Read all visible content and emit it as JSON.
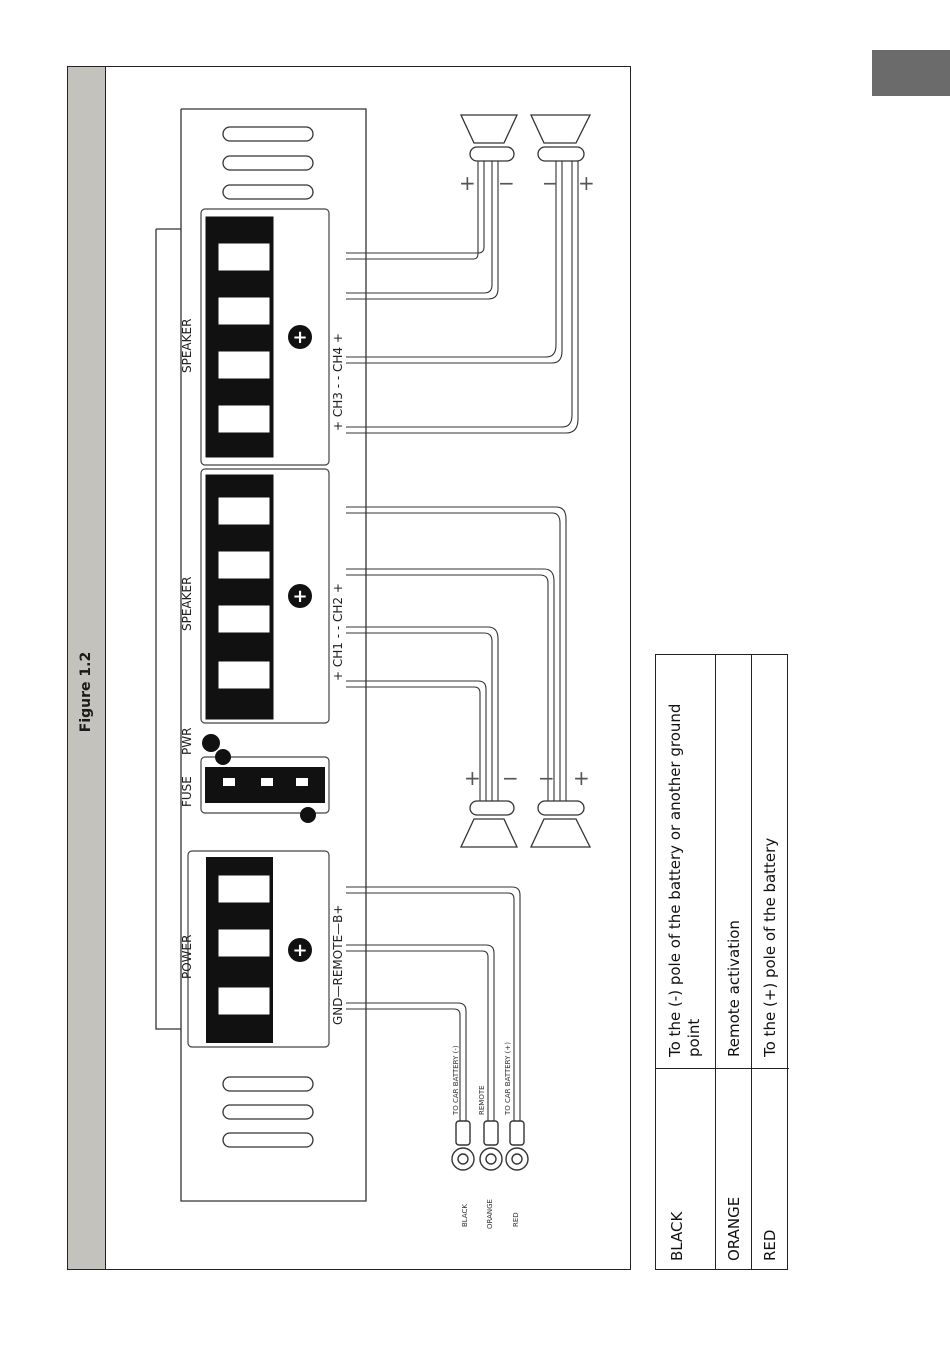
{
  "figure": {
    "title": "Figure 1.2"
  },
  "diagram": {
    "blocks": {
      "power": "POWER",
      "fuse": "FUSE",
      "pwr": "PWR",
      "speaker_1": "SPEAKER",
      "speaker_2": "SPEAKER"
    },
    "terminal_labels": {
      "power": "GND—REMOTE—B+",
      "ch1_ch2": "+ CH1 -   - CH2 +",
      "ch3_ch4": "+ CH3 -   - CH4 +"
    },
    "cable_labels": {
      "black": "BLACK",
      "orange": "ORANGE",
      "red": "RED",
      "gnd_cable": "TO CAR BATTERY (-)",
      "remote_cable": "REMOTE",
      "bplus_cable": "TO CAR BATTERY (+)"
    },
    "polarity": {
      "plus": "+",
      "minus": "−"
    }
  },
  "legend": {
    "rows": [
      {
        "color": "BLACK",
        "description": "To the (-) pole of the battery or another ground point"
      },
      {
        "color": "ORANGE",
        "description": "Remote activation"
      },
      {
        "color": "RED",
        "description": "To the (+) pole of the battery"
      }
    ]
  },
  "colors": {
    "tab": "#6b6b6b",
    "figure_band": "#c4c2bd",
    "terminal_block": "#111111"
  }
}
